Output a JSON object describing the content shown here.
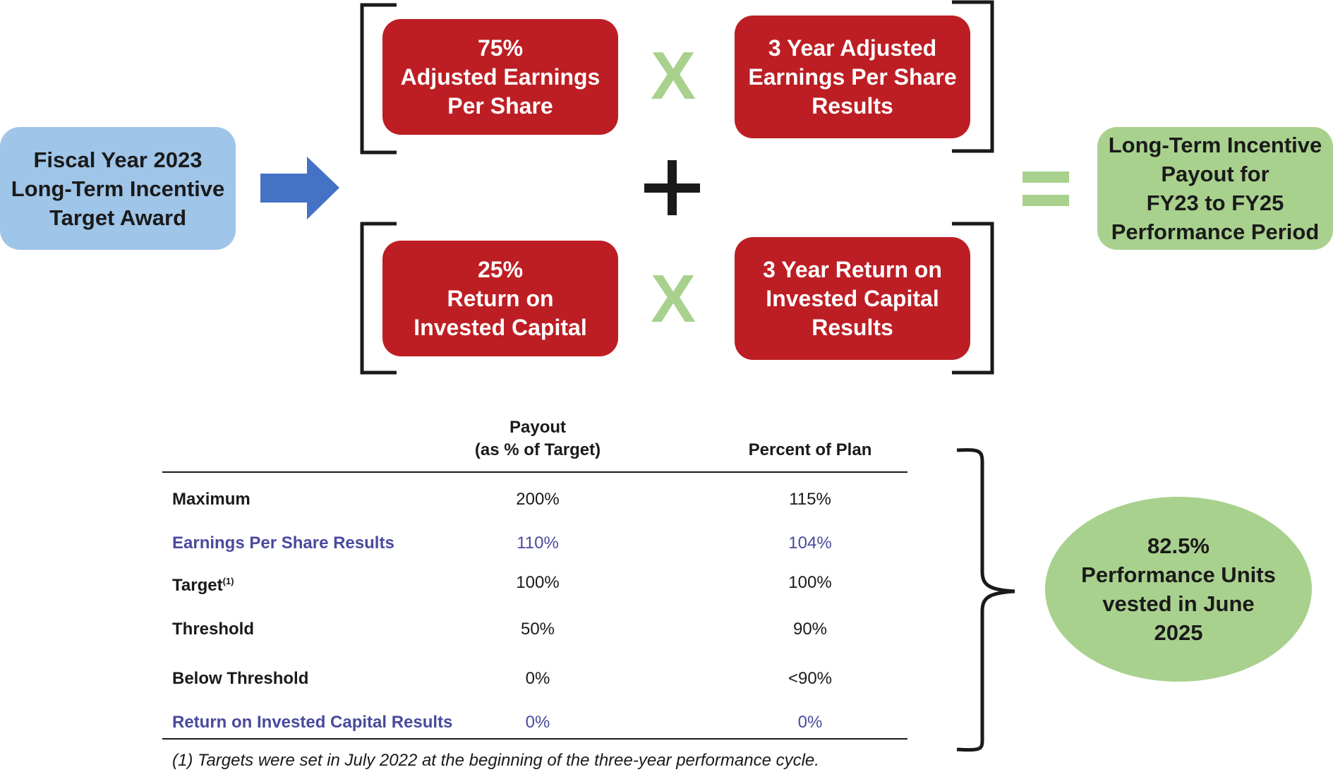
{
  "start_box": "Fiscal Year 2023\nLong-Term Incentive\nTarget Award",
  "eps_weight": "75%\nAdjusted Earnings\nPer Share",
  "eps_result": "3 Year Adjusted\nEarnings Per Share\nResults",
  "roic_weight": "25%\nReturn on\nInvested Capital",
  "roic_result": "3 Year Return on\nInvested Capital\nResults",
  "operators": {
    "multiply_1": "X",
    "multiply_2": "X",
    "plus": "+",
    "equals": "="
  },
  "result_box": "Long-Term Incentive\nPayout for\nFY23 to FY25\nPerformance Period",
  "table": {
    "headers": [
      "",
      "Payout\n(as % of Target)",
      "Percent of Plan"
    ],
    "rows": [
      {
        "label": "Maximum",
        "sup": "",
        "payout": "200%",
        "plan": "115%"
      },
      {
        "label": "Earnings Per Share Results",
        "sup": "",
        "payout": "110%",
        "plan": "104%"
      },
      {
        "label": "Target",
        "sup": "(1)",
        "payout": "100%",
        "plan": "100%"
      },
      {
        "label": "Threshold",
        "sup": "",
        "payout": "50%",
        "plan": "90%"
      },
      {
        "label": "Below Threshold",
        "sup": "",
        "payout": "0%",
        "plan": "<90%"
      },
      {
        "label": "Return on Invested Capital Results",
        "sup": "",
        "payout": "0%",
        "plan": "0%"
      }
    ],
    "footnote": "(1) Targets were set in July 2022 at the beginning of the three-year performance cycle."
  },
  "outcome": "82.5%\nPerformance Units\nvested in June\n2025",
  "colors": {
    "red": "#bd1e24",
    "blue_box": "#9fc5e8",
    "green": "#a9d18e",
    "arrow_blue": "#4472c4",
    "highlight_text": "#4a4a9e"
  }
}
